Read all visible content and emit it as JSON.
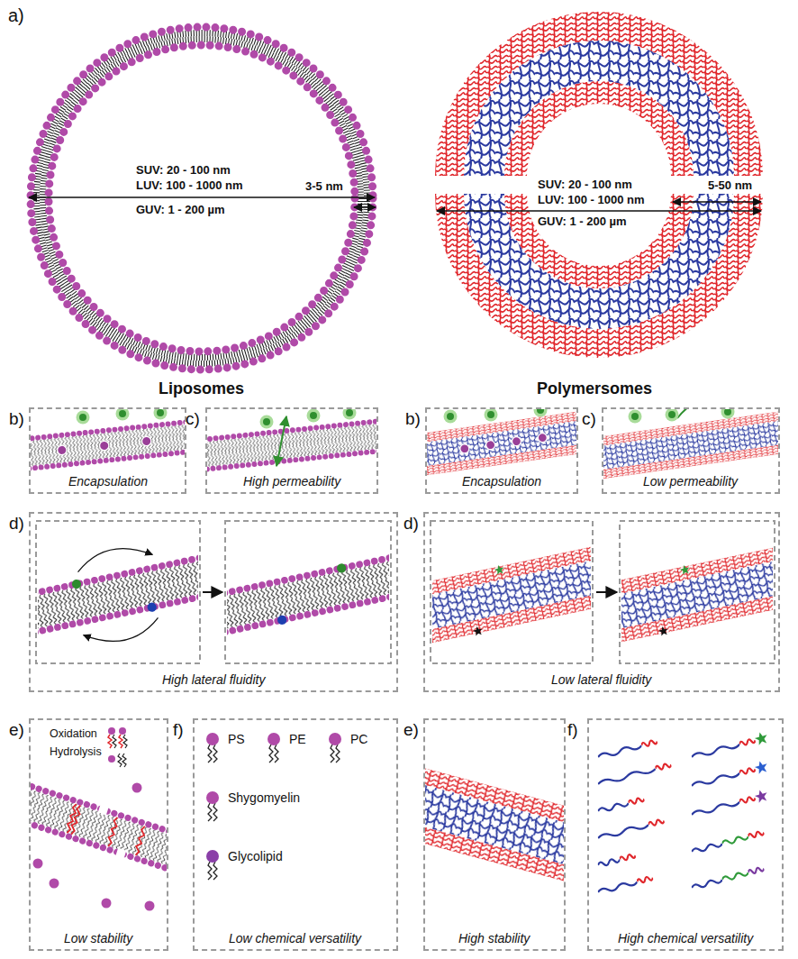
{
  "diagram": {
    "nodes": [
      {
        "text": [
          "b)",
          "Encapsulation"
        ]
      },
      {
        "text": [
          "c)",
          "High permeability"
        ]
      },
      {
        "text": [
          "b)",
          "Encapsulation"
        ]
      },
      {
        "text": [
          "c)",
          "Low permeability"
        ]
      },
      {
        "text": [
          "d)",
          "High lateral fluidity"
        ]
      },
      {
        "text": [
          "d)",
          "Low lateral fluidity"
        ]
      },
      {
        "text": [
          "e)",
          "Oxidation",
          "Hydrolysis",
          "Low stability"
        ]
      },
      {
        "text": [
          "f)",
          "PS",
          "PE",
          "PC",
          "Shygomyelin",
          "Glycolipid",
          "Low chemical versatility"
        ]
      },
      {
        "text": [
          "e)",
          "High stability"
        ]
      },
      {
        "text": [
          "f)",
          "High chemical versatility"
        ]
      }
    ],
    "labels": [
      "a)",
      "SUV: 20 - 100 nm",
      "LUV: 100 - 1000 nm",
      "GUV: 1 - 200 µm",
      "3-5 nm",
      "SUV: 20 - 100 nm",
      "LUV: 100 - 1000 nm",
      "GUV: 1 - 200 µm",
      "5-50 nm",
      "Liposomes",
      "Polymersomes"
    ]
  }
}
